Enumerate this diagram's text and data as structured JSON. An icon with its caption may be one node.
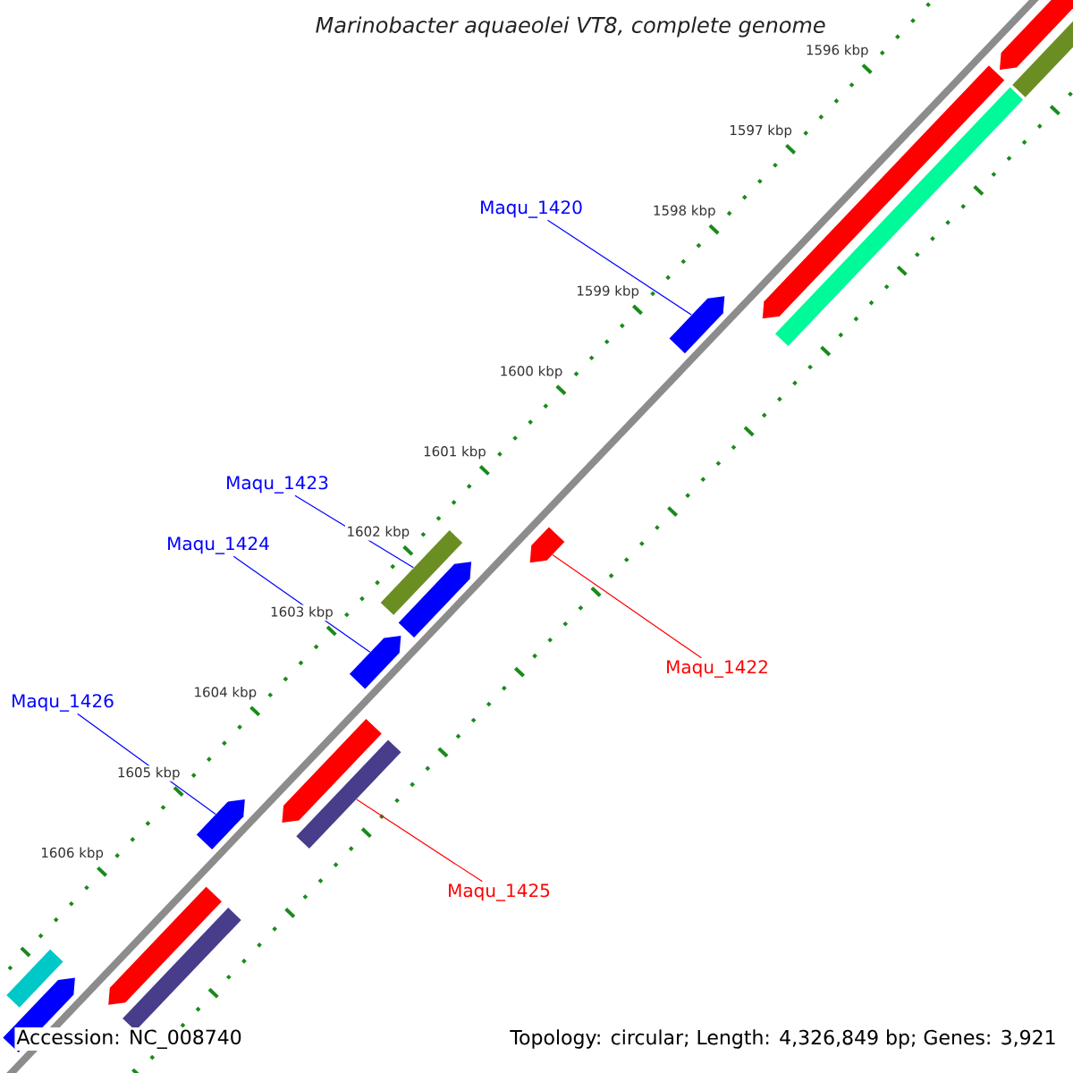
{
  "diagram": {
    "title": "Marinobacter aquaeolei VT8, complete genome",
    "nodes": [
      {
        "text": [
          "Maqu_1420"
        ]
      },
      {
        "text": [],
        "shape": "arrow"
      },
      {
        "text": [],
        "shape": "bar"
      },
      {
        "text": [],
        "shape": "arrow"
      },
      {
        "text": [],
        "shape": "bar"
      },
      {
        "text": [],
        "shape": "arrow"
      },
      {
        "text": [
          "Maqu_1423"
        ]
      },
      {
        "text": [],
        "shape": "bar"
      },
      {
        "text": [],
        "shape": "arrow"
      },
      {
        "text": [
          "Maqu_1424"
        ]
      },
      {
        "text": [],
        "shape": "arrow"
      },
      {
        "text": [],
        "shape": "arrow"
      },
      {
        "text": [
          "Maqu_1422"
        ]
      },
      {
        "text": [
          "Maqu_1426"
        ]
      },
      {
        "text": [],
        "shape": "arrow"
      },
      {
        "text": [],
        "shape": "bar"
      },
      {
        "text": [],
        "shape": "arrow"
      },
      {
        "text": [
          "Maqu_1425"
        ]
      },
      {
        "text": [],
        "shape": "arrow"
      },
      {
        "text": [],
        "shape": "bar"
      },
      {
        "text": [],
        "shape": "bar"
      },
      {
        "text": [],
        "shape": "arrow"
      }
    ],
    "edges": [
      {
        "from": 0,
        "to": 5,
        "arrow": "none",
        "color": "#0000ff"
      },
      {
        "from": 6,
        "to": 7,
        "arrow": "none",
        "color": "#0000ff"
      },
      {
        "from": 9,
        "to": 11,
        "arrow": "none",
        "color": "#0000ff"
      },
      {
        "from": 12,
        "to": 10,
        "arrow": "none",
        "color": "#ff0000"
      },
      {
        "from": 13,
        "to": 16,
        "arrow": "none",
        "color": "#0000ff"
      },
      {
        "from": 17,
        "to": 15,
        "arrow": "none",
        "color": "#ff0000"
      }
    ],
    "labels": [
      "1596 kbp",
      "1597 kbp",
      "1598 kbp",
      "1599 kbp",
      "1600 kbp",
      "1601 kbp",
      "1602 kbp",
      "1603 kbp",
      "1604 kbp",
      "1605 kbp",
      "1606 kbp",
      "Accession: NC_008740",
      "Topology: circular; Length: 4,326,849 bp; Genes: 3,921"
    ]
  }
}
